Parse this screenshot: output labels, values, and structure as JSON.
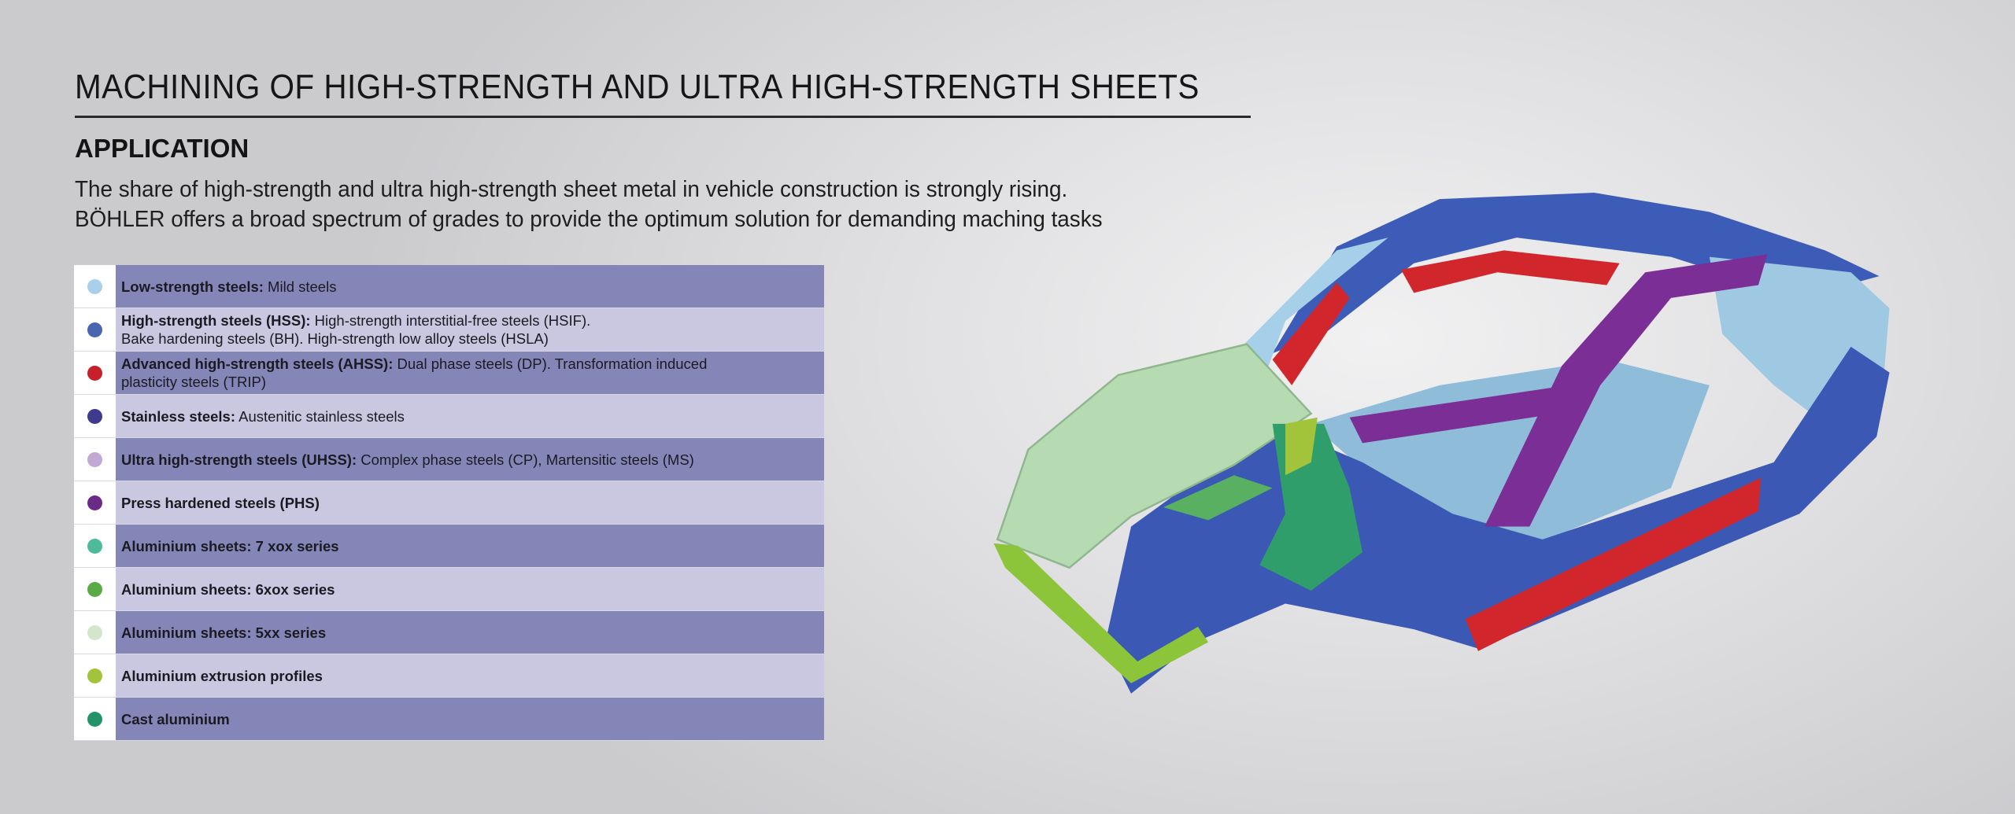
{
  "header": {
    "title": "MACHINING OF HIGH-STRENGTH AND ULTRA HIGH-STRENGTH SHEETS",
    "subtitle": "APPLICATION",
    "intro_line1": "The share of high-strength and ultra high-strength sheet metal in vehicle construction is strongly rising.",
    "intro_line2": "BÖHLER offers a broad spectrum of grades to provide the optimum solution for demanding maching tasks"
  },
  "legend": [
    {
      "label": "Low-strength steels:",
      "desc": " Mild steels",
      "desc2": "",
      "color": "#a9cfea"
    },
    {
      "label": "High-strength steels (HSS):",
      "desc": " High-strength interstitial-free steels (HSIF).",
      "desc2": "Bake hardening steels (BH). High-strength low alloy steels (HSLA)",
      "color": "#4a66b0"
    },
    {
      "label": "Advanced high-strength steels (AHSS):",
      "desc": " Dual phase steels (DP). Transformation induced",
      "desc2": "plasticity steels (TRIP)",
      "color": "#c8202a"
    },
    {
      "label": "Stainless steels:",
      "desc": " Austenitic stainless steels",
      "desc2": "",
      "color": "#3e3a8e"
    },
    {
      "label": "Ultra high-strength steels (UHSS):",
      "desc": " Complex phase steels (CP), Martensitic steels (MS)",
      "desc2": "",
      "color": "#c2a8d4"
    },
    {
      "label": "Press hardened steels (PHS)",
      "desc": "",
      "desc2": "",
      "color": "#6b2a88"
    },
    {
      "label": "Aluminium sheets: 7 xox series",
      "desc": "",
      "desc2": "",
      "color": "#4dbb9a"
    },
    {
      "label": "Aluminium sheets: 6xox series",
      "desc": "",
      "desc2": "",
      "color": "#5aaa46"
    },
    {
      "label": "Aluminium sheets: 5xx series",
      "desc": "",
      "desc2": "",
      "color": "#d2e6cc"
    },
    {
      "label": "Aluminium extrusion profiles",
      "desc": "",
      "desc2": "",
      "color": "#a2c43a"
    },
    {
      "label": "Cast aluminium",
      "desc": "",
      "desc2": "",
      "color": "#25936a"
    }
  ]
}
